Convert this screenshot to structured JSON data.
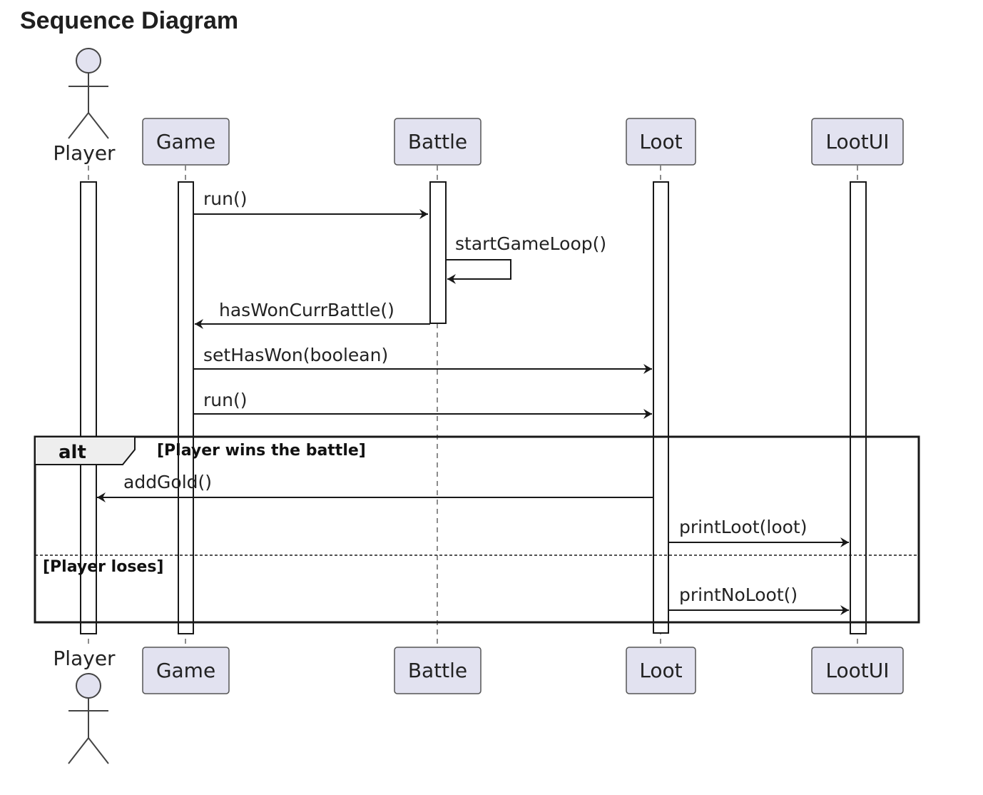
{
  "page": {
    "title": "Sequence Diagram"
  },
  "colors": {
    "participant_fill": "#e2e2f0",
    "participant_border": "#555555",
    "line": "#181818",
    "alt_header_fill": "#eeeeee"
  },
  "participants": [
    {
      "id": "player",
      "label": "Player",
      "kind": "actor"
    },
    {
      "id": "game",
      "label": "Game",
      "kind": "participant"
    },
    {
      "id": "battle",
      "label": "Battle",
      "kind": "participant"
    },
    {
      "id": "loot",
      "label": "Loot",
      "kind": "participant"
    },
    {
      "id": "lootui",
      "label": "LootUI",
      "kind": "participant"
    }
  ],
  "messages": [
    {
      "from": "game",
      "to": "battle",
      "label": "run()"
    },
    {
      "from": "battle",
      "to": "battle",
      "label": "startGameLoop()"
    },
    {
      "from": "battle",
      "to": "game",
      "label": "hasWonCurrBattle()"
    },
    {
      "from": "game",
      "to": "loot",
      "label": "setHasWon(boolean)"
    },
    {
      "from": "game",
      "to": "loot",
      "label": "run()"
    },
    {
      "from": "loot",
      "to": "player",
      "label": "addGold()"
    },
    {
      "from": "loot",
      "to": "lootui",
      "label": "printLoot(loot)"
    },
    {
      "from": "loot",
      "to": "lootui",
      "label": "printNoLoot()"
    }
  ],
  "alt": {
    "keyword": "alt",
    "guards": [
      "[Player wins the battle]",
      "[Player loses]"
    ]
  }
}
